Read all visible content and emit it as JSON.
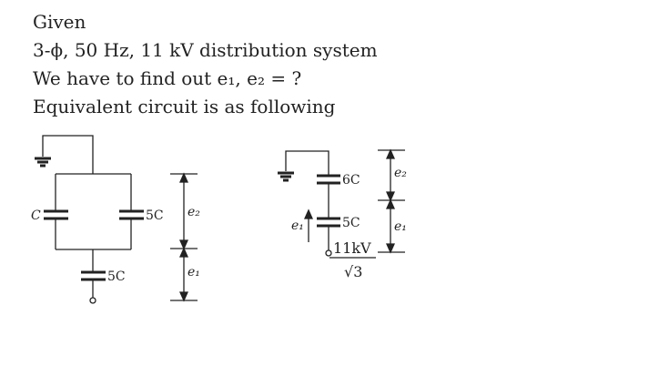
{
  "text_lines": [
    "Given",
    "3-ϕ, 50 Hz, 11 kV distribution system",
    "We have to find out e₁, e₂ = ?",
    "Equivalent circuit is as following"
  ],
  "left_circuit": {
    "cap_left": "C",
    "cap_right": "5C",
    "cap_bottom": "5C",
    "dim_top": "e₂",
    "dim_bottom": "e₁"
  },
  "right_circuit": {
    "cap_top": "6C",
    "cap_bottom": "5C",
    "arrow_label": "e₁",
    "dim_top": "e₂",
    "dim_bottom": "e₁",
    "voltage_num": "11kV",
    "voltage_den": "√3"
  }
}
